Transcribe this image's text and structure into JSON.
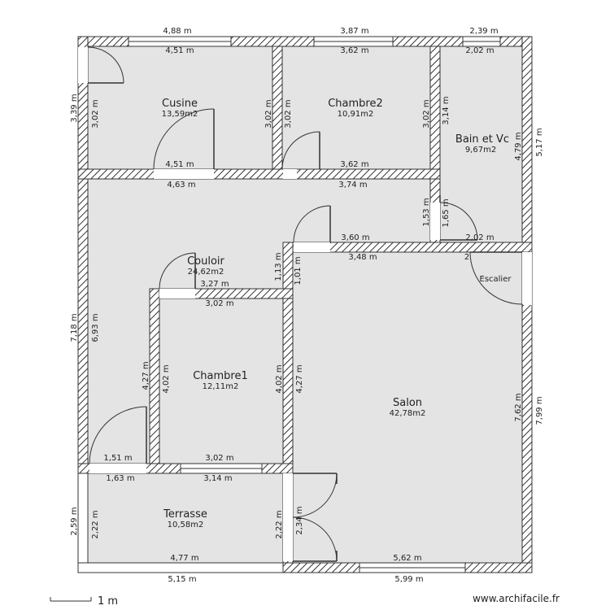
{
  "rooms": {
    "cuisine": {
      "name": "Cusine",
      "area": "13,59m2"
    },
    "chambre2": {
      "name": "Chambre2",
      "area": "10,91m2"
    },
    "bain": {
      "name": "Bain et Vc",
      "area": "9,67m2"
    },
    "couloir": {
      "name": "Couloir",
      "area": "24,62m2"
    },
    "chambre1": {
      "name": "Chambre1",
      "area": "12,11m2"
    },
    "salon": {
      "name": "Salon",
      "area": "42,78m2"
    },
    "terrasse": {
      "name": "Terrasse",
      "area": "10,58m2"
    },
    "escalier": {
      "name": "Escalier"
    }
  },
  "dimensions": {
    "top_cuisine_outer": "4,88 m",
    "top_chambre2_outer": "3,87 m",
    "top_bain_outer": "2,39 m",
    "cuisine_inner_top": "4,51 m",
    "chambre2_inner_top": "3,62 m",
    "bain_inner_top": "2,02 m",
    "left_cuisine_outer": "3,39 m",
    "left_cuisine_inner": "3,02 m",
    "cuisine_right_inner": "3,02 m",
    "chambre2_left_inner": "3,02 m",
    "chambre2_right_inner": "3,02 m",
    "bain_left_inner": "3,14 m",
    "bain_right_inner": "4,79 m",
    "right_bain_outer": "5,17 m",
    "cuisine_inner_bottom": "4,51 m",
    "chambre2_inner_bottom": "3,62 m",
    "couloir_top_left": "4,63 m",
    "couloir_top_right": "3,74 m",
    "wall_1_53": "1,53 m",
    "wall_1_65": "1,65 m",
    "couloir_right_step": "3,60 m",
    "bain_inner_bottom": "2,02 m",
    "salon_top": "3,48 m",
    "bain_corner_2": "2",
    "wall_1_13": "1,13 m",
    "wall_1_01": "1,01 m",
    "couloir_mid": "3,27 m",
    "chambre1_top": "3,02 m",
    "left_couloir_outer": "7,18 m",
    "left_couloir_inner": "6,93 m",
    "chambre1_left_outer": "4,27 m",
    "chambre1_left_inner": "4,02 m",
    "chambre1_right_inner": "4,02 m",
    "chambre1_right_outer": "4,27 m",
    "salon_right_inner": "7,62 m",
    "right_salon_outer": "7,99 m",
    "couloir_bottom_inner": "1,51 m",
    "chambre1_bottom_inner": "3,02 m",
    "terrasse_top_left": "1,63 m",
    "terrasse_top_right": "3,14 m",
    "left_terrasse_outer": "2,59 m",
    "left_terrasse_inner": "2,22 m",
    "terrasse_right_inner": "2,22 m",
    "salon_left_lower": "2,34 m",
    "terrasse_bottom_inner": "4,77 m",
    "salon_bottom_inner": "5,62 m",
    "bottom_left_outer": "5,15 m",
    "bottom_right_outer": "5,99 m"
  },
  "footer": {
    "scale_label": "1 m",
    "watermark": "www.archifacile.fr"
  }
}
